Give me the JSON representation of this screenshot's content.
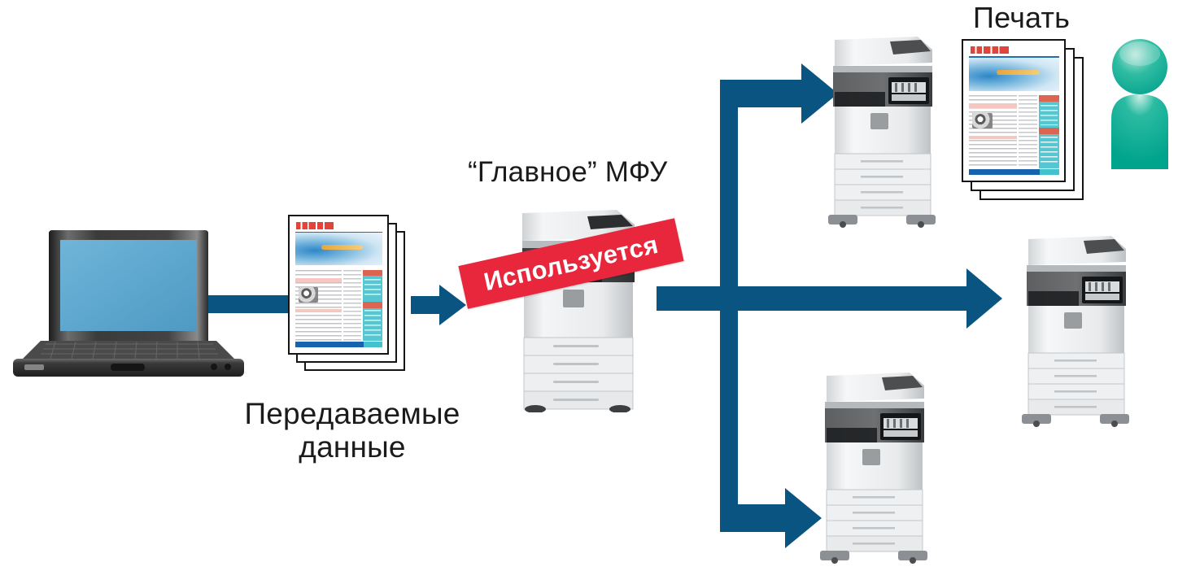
{
  "diagram": {
    "title_main_mfp": "“Главное” МФУ",
    "label_transmitted_data": "Передаваемые\nданные",
    "label_print": "Печать",
    "banner_in_use": "Используется"
  },
  "colors": {
    "arrow_blue": "#0A5482",
    "banner_red": "#E8263C",
    "banner_text": "#FFFFFF",
    "person_teal": "#00A98F",
    "person_teal_light": "#7FD9C8",
    "laptop_screen_blue": "#5BA6CF",
    "laptop_body_dark": "#3A3A3A",
    "text_black": "#1B1B1B",
    "mfp_body_white": "#F2F3F4",
    "mfp_panel_dark": "#4A4A4C"
  },
  "nodes": {
    "laptop": {
      "name": "laptop",
      "screen_color": "#5BA6CF"
    },
    "document_stack_source": {
      "name": "transmitted-document-stack",
      "sheets": 3
    },
    "main_mfp": {
      "name": "main-mfp",
      "status": "Используется"
    },
    "mfp_top_right": {
      "name": "mfp-top-right"
    },
    "mfp_middle_right": {
      "name": "mfp-middle-right"
    },
    "mfp_bottom_right": {
      "name": "mfp-bottom-right"
    },
    "printed_output_stack": {
      "name": "printed-output-stack",
      "sheets": 3
    },
    "user": {
      "name": "user-person-icon"
    }
  },
  "flows": [
    {
      "from": "laptop",
      "to": "document_stack_source",
      "type": "arrow-band"
    },
    {
      "from": "document_stack_source",
      "to": "main_mfp",
      "type": "arrow"
    },
    {
      "from": "main_mfp",
      "to": "mfp_top_right",
      "type": "branch-arrow-up"
    },
    {
      "from": "main_mfp",
      "to": "mfp_middle_right",
      "type": "branch-arrow-straight"
    },
    {
      "from": "main_mfp",
      "to": "mfp_bottom_right",
      "type": "branch-arrow-down"
    }
  ]
}
